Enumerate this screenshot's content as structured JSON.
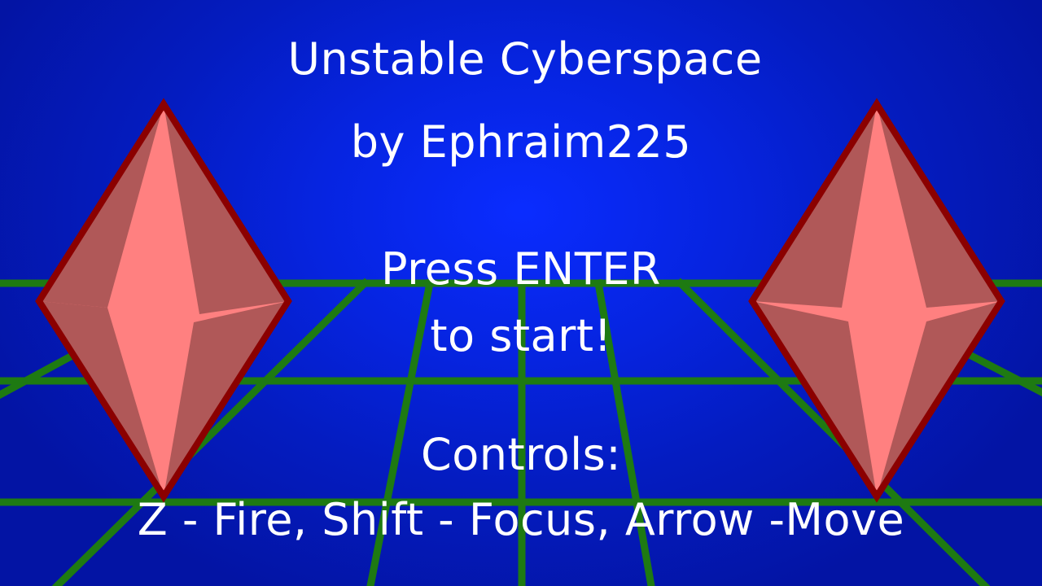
{
  "game": {
    "title": "Unstable Cyberspace",
    "author_line": "by Ephraim225",
    "start_prompt_line1": "Press ENTER",
    "start_prompt_line2": "to start!",
    "controls_heading": "Controls:",
    "controls_text": "Z - Fire, Shift - Focus, Arrow -Move"
  },
  "colors": {
    "background": "#0624e0",
    "grid_line": "#1e7a12",
    "crystal_light": "#ff8080",
    "crystal_dark": "#b05858",
    "crystal_outline": "#8b0000",
    "text": "#ffffff"
  },
  "icons": {
    "left_decoration": "red-crystal-icon",
    "right_decoration": "red-crystal-icon",
    "floor": "green-perspective-grid"
  }
}
